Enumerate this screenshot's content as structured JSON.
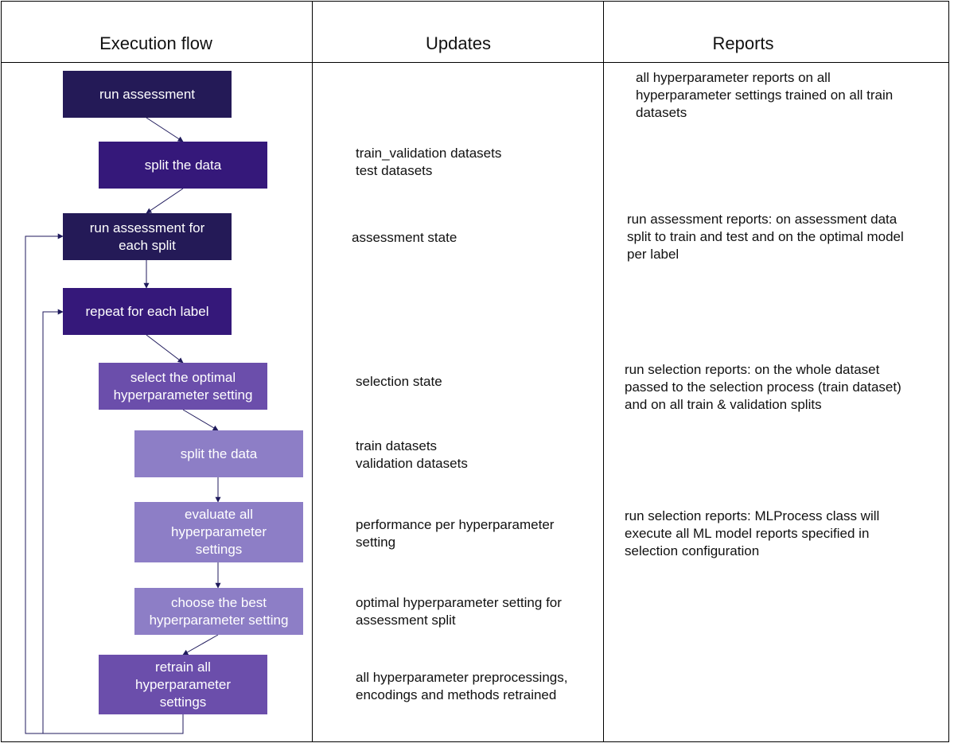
{
  "headers": {
    "execution": "Execution flow",
    "updates": "Updates",
    "reports": "Reports"
  },
  "colors": {
    "dark": "#241a57",
    "mid": "#35187a",
    "purple": "#6b4eab",
    "light": "#8d7ec6",
    "arrow": "#1f1a5c",
    "border": "#000000"
  },
  "steps": [
    {
      "label": "run assessment",
      "tone": "dark"
    },
    {
      "label": "split the data",
      "tone": "mid"
    },
    {
      "label": "run assessment for\neach split",
      "tone": "dark"
    },
    {
      "label": "repeat for each label",
      "tone": "mid"
    },
    {
      "label": "select the optimal\nhyperparameter setting",
      "tone": "purple"
    },
    {
      "label": "split the data",
      "tone": "light"
    },
    {
      "label": "evaluate all\nhyperparameter\nsettings",
      "tone": "light"
    },
    {
      "label": "choose the best\nhyperparameter setting",
      "tone": "light"
    },
    {
      "label": "retrain all\nhyperparameter\nsettings",
      "tone": "purple"
    }
  ],
  "updates": [
    "train_validation datasets\ntest datasets",
    "assessment state",
    "selection state",
    "train datasets\nvalidation datasets",
    "performance per hyperparameter\nsetting",
    "optimal hyperparameter setting for\nassessment split",
    "all hyperparameter preprocessings,\nencodings and methods retrained"
  ],
  "reports": [
    "all hyperparameter reports on all\nhyperparameter settings trained on all train\ndatasets",
    "run assessment reports: on assessment data\nsplit to train and test and on the optimal model\nper label",
    "run selection reports: on the whole dataset\npassed to the selection process (train dataset)\nand on all train & validation splits",
    "run selection reports: MLProcess class will\nexecute all ML model reports specified in\nselection configuration"
  ]
}
